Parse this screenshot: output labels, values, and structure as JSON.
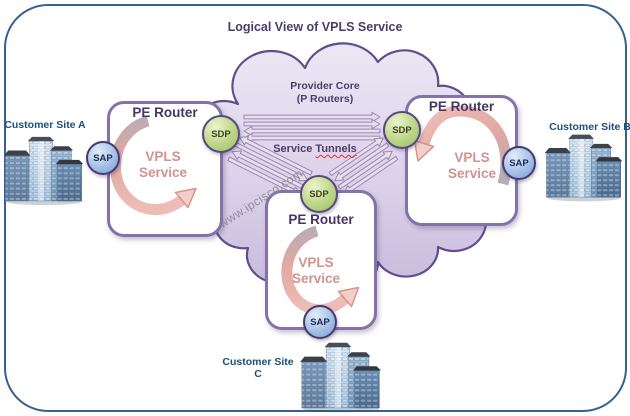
{
  "diagram": {
    "title": "Logical View of VPLS Service",
    "watermark": "www.ipcisco.com",
    "provider_core": {
      "line1": "Provider Core",
      "line2": "(P Routers)"
    },
    "service_tunnels": {
      "word1": "Service",
      "word2": "Tunnels"
    },
    "pe_routers": {
      "left": {
        "name": "PE Router",
        "service": {
          "line1": "VPLS",
          "line2": "Service"
        },
        "sdp": "SDP",
        "sap": "SAP"
      },
      "right": {
        "name": "PE Router",
        "service": {
          "line1": "VPLS",
          "line2": "Service"
        },
        "sdp": "SDP",
        "sap": "SAP"
      },
      "bottom": {
        "name": "PE Router",
        "service": {
          "line1": "VPLS",
          "line2": "Service"
        },
        "sdp": "SDP",
        "sap": "SAP"
      }
    },
    "customer_sites": {
      "a": "Customer Site A",
      "b": "Customer Site B",
      "c": "Customer Site C"
    },
    "colors": {
      "frame_border": "#35608f",
      "purple_text": "#4b3c6b",
      "cloud_fill_top": "#ece7f4",
      "cloud_fill_bottom": "#c8bbdc",
      "cloud_stroke": "#5f4e8e",
      "pe_box_border": "#8273ab",
      "vpls_text": "#d2928e",
      "sdp_fill": "#bcd588",
      "sap_fill": "#a9c3e8",
      "tunnel_fill": "#ecdee6",
      "tunnel_stroke": "#9787bb",
      "site_label": "#1f4e79",
      "wavy_underline": "#e03030"
    }
  }
}
